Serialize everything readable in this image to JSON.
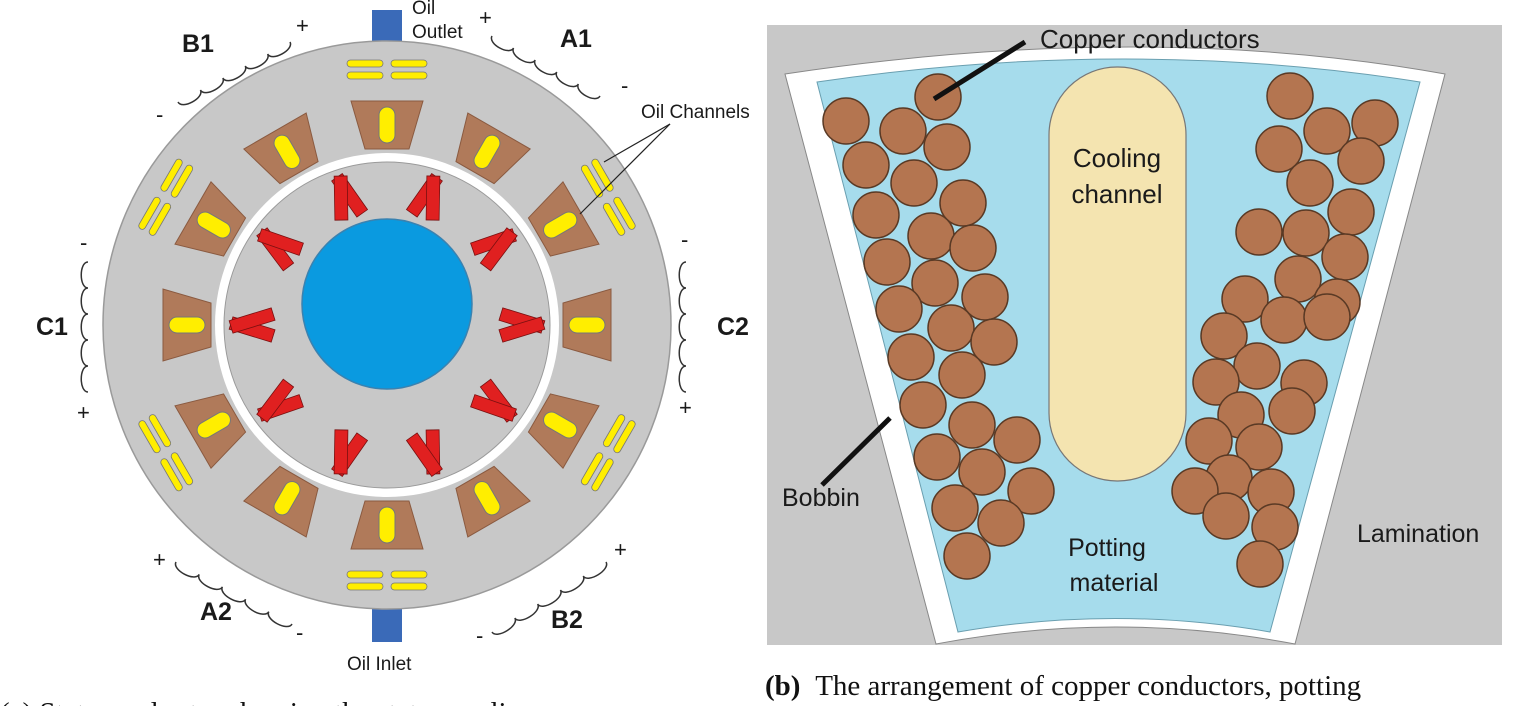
{
  "left_diagram": {
    "oil_outlet_line1": "Oil",
    "oil_outlet_line2": "Outlet",
    "oil_inlet": "Oil Inlet",
    "oil_channels": "Oil Channels",
    "phases": {
      "A1": "A1",
      "A2": "A2",
      "B1": "B1",
      "B2": "B2",
      "C1": "C1",
      "C2": "C2"
    },
    "plus": "+",
    "minus": "-",
    "caption": "(a) Stator and rotor showing the stator cooling"
  },
  "right_diagram": {
    "copper_conductors": "Copper conductors",
    "cooling_line1": "Cooling",
    "cooling_line2": "channel",
    "bobbin": "Bobbin",
    "lamination": "Lamination",
    "potting_line1": "Potting",
    "potting_line2": "material",
    "caption_bold": "(b)",
    "caption_text": "The arrangement of copper conductors, potting"
  },
  "colors": {
    "stator": "#c8c8c8",
    "slot": "#b07a5a",
    "oil_channel": "#ffee00",
    "magnet": "#e02020",
    "shaft": "#0a9ae0",
    "port": "#3a6ab8",
    "potting": "#a6dcec",
    "conductor": "#b47550",
    "cooling_channel": "#f4e4b0",
    "lamination": "#c8c8c8"
  }
}
